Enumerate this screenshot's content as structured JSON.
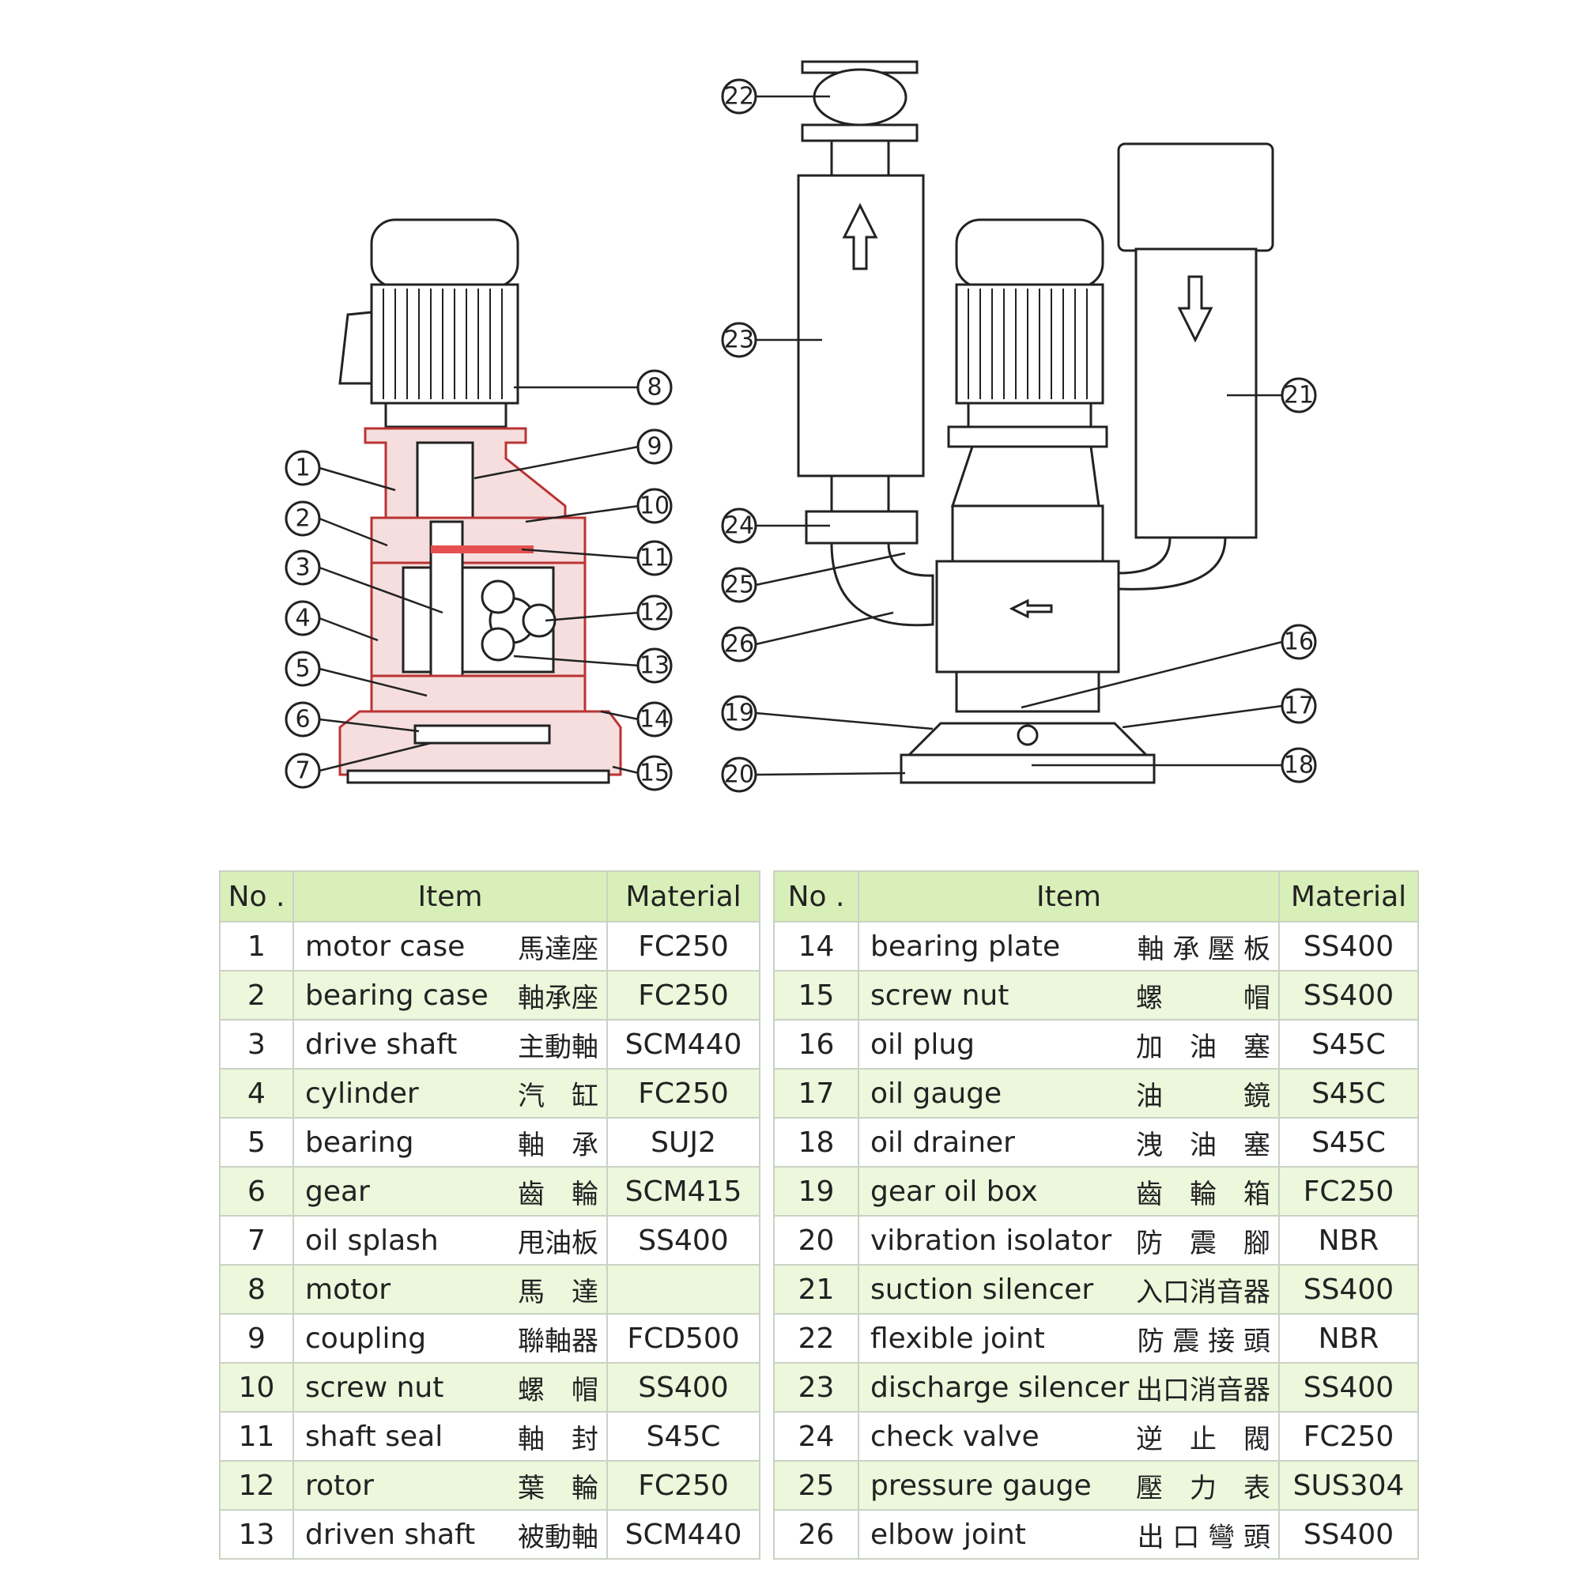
{
  "diagram": {
    "callouts_left": [
      "1",
      "2",
      "3",
      "4",
      "5",
      "6",
      "7",
      "8",
      "9",
      "10",
      "11",
      "12",
      "13",
      "14",
      "15"
    ],
    "callouts_right": [
      "16",
      "17",
      "18",
      "19",
      "20",
      "21",
      "22",
      "23",
      "24",
      "25",
      "26"
    ]
  },
  "table_left": {
    "headers": {
      "no": "No .",
      "item": "Item",
      "material": "Material"
    },
    "rows": [
      {
        "no": "1",
        "en": "motor case",
        "zh": "馬達座",
        "mat": "FC250"
      },
      {
        "no": "2",
        "en": "bearing case",
        "zh": "軸承座",
        "mat": "FC250"
      },
      {
        "no": "3",
        "en": "drive shaft",
        "zh": "主動軸",
        "mat": "SCM440"
      },
      {
        "no": "4",
        "en": "cylinder",
        "zh": "汽　缸",
        "mat": "FC250"
      },
      {
        "no": "5",
        "en": "bearing",
        "zh": "軸　承",
        "mat": "SUJ2"
      },
      {
        "no": "6",
        "en": "gear",
        "zh": "齒　輪",
        "mat": "SCM415"
      },
      {
        "no": "7",
        "en": "oil splash",
        "zh": "甩油板",
        "mat": "SS400"
      },
      {
        "no": "8",
        "en": "motor",
        "zh": "馬　達",
        "mat": ""
      },
      {
        "no": "9",
        "en": "coupling",
        "zh": "聯軸器",
        "mat": "FCD500"
      },
      {
        "no": "10",
        "en": "screw nut",
        "zh": "螺　帽",
        "mat": "SS400"
      },
      {
        "no": "11",
        "en": "shaft seal",
        "zh": "軸　封",
        "mat": "S45C"
      },
      {
        "no": "12",
        "en": "rotor",
        "zh": "葉　輪",
        "mat": "FC250"
      },
      {
        "no": "13",
        "en": "driven shaft",
        "zh": "被動軸",
        "mat": "SCM440"
      }
    ]
  },
  "table_right": {
    "headers": {
      "no": "No .",
      "item": "Item",
      "material": "Material"
    },
    "rows": [
      {
        "no": "14",
        "en": "bearing  plate",
        "zh": "軸 承 壓 板",
        "mat": "SS400"
      },
      {
        "no": "15",
        "en": "screw nut",
        "zh": "螺　　　帽",
        "mat": "SS400"
      },
      {
        "no": "16",
        "en": "oil plug",
        "zh": "加　油　塞",
        "mat": "S45C"
      },
      {
        "no": "17",
        "en": "oil gauge",
        "zh": "油　　　鏡",
        "mat": "S45C"
      },
      {
        "no": "18",
        "en": "oil drainer",
        "zh": "洩　油　塞",
        "mat": "S45C"
      },
      {
        "no": "19",
        "en": "gear oil box",
        "zh": "齒　輪　箱",
        "mat": "FC250"
      },
      {
        "no": "20",
        "en": "vibration isolator",
        "zh": "防　震　腳",
        "mat": "NBR"
      },
      {
        "no": "21",
        "en": "suction silencer",
        "zh": "入口消音器",
        "mat": "SS400"
      },
      {
        "no": "22",
        "en": "flexible joint",
        "zh": "防 震 接 頭",
        "mat": "NBR"
      },
      {
        "no": "23",
        "en": "discharge silencer",
        "zh": "出口消音器",
        "mat": "SS400"
      },
      {
        "no": "24",
        "en": "check valve",
        "zh": "逆　止　閥",
        "mat": "FC250"
      },
      {
        "no": "25",
        "en": "pressure gauge",
        "zh": "壓　力　表",
        "mat": "SUS304"
      },
      {
        "no": "26",
        "en": "elbow joint",
        "zh": "出 口 彎 頭",
        "mat": "SS400"
      }
    ]
  }
}
